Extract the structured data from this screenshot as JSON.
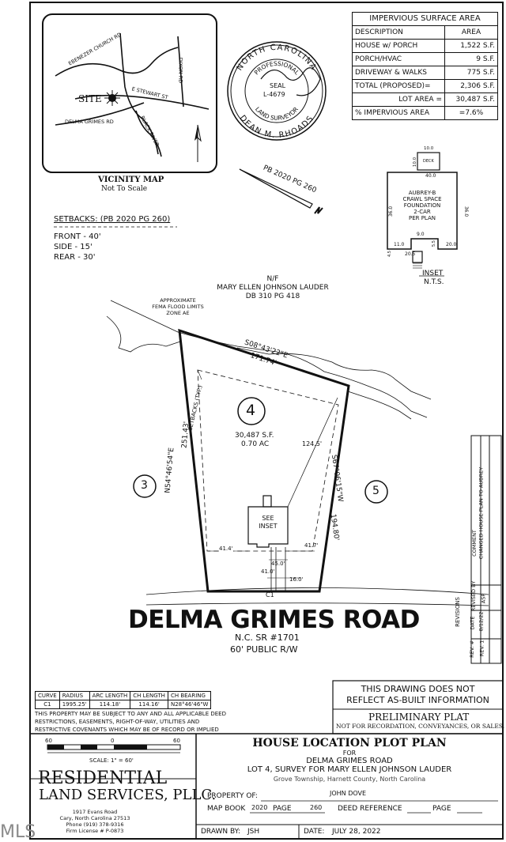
{
  "impervious": {
    "title": "IMPERVIOUS SURFACE AREA",
    "col_desc": "DESCRIPTION",
    "col_area": "AREA",
    "rows": [
      {
        "desc": "HOUSE w/ PORCH",
        "area": "1,522 S.F."
      },
      {
        "desc": "PORCH/HVAC",
        "area": "9 S.F."
      },
      {
        "desc": "DRIVEWAY & WALKS",
        "area": "775 S.F."
      },
      {
        "desc": "TOTAL (PROPOSED)=",
        "area": "2,306 S.F."
      },
      {
        "desc": "LOT AREA =",
        "area": "30,487 S.F."
      },
      {
        "desc": "% IMPERVIOUS AREA",
        "area": "=7.6%"
      }
    ]
  },
  "vicinity": {
    "title": "VICINITY MAP",
    "subtitle": "Not To Scale",
    "site": "SITE",
    "roads": [
      "EBENEZER CHURCH RD",
      "DIXON RD",
      "E STEWART ST",
      "DELMA GRIMES RD",
      "BLACK RIVER"
    ]
  },
  "seal": {
    "outer_top": "NORTH CAROLINA",
    "outer_bottom": "DEAN M. RHOADS",
    "inner_top": "PROFESSIONAL",
    "inner_bottom": "LAND SURVEYOR",
    "seal_word": "SEAL",
    "number": "L-4679"
  },
  "north_ref": "PB 2020 PG 260",
  "inset": {
    "deck": "DECK",
    "deck_w": "10.0",
    "deck_d": "10.0",
    "top_dim": "40.0",
    "house_label": [
      "AUBREY-B",
      "CRAWL SPACE",
      "FOUNDATION",
      "2-CAR",
      "PER PLAN"
    ],
    "left_dim": "36.0",
    "right_dim": "36.0",
    "bottom_dims": [
      "11.0",
      "9.0",
      "20.0",
      "20.5",
      "4.5",
      "5.5"
    ],
    "title": "INSET",
    "subtitle": "N.T.S."
  },
  "setbacks": {
    "title": "SETBACKS: (PB 2020 PG 260)",
    "items": [
      "FRONT - 40'",
      "SIDE - 15'",
      "REAR - 30'"
    ]
  },
  "owner": {
    "nf": "N/F",
    "name": "MARY ELLEN JOHNSON LAUDER",
    "db": "DB 310 PG 418"
  },
  "flood": [
    "APPROXIMATE",
    "FEMA FLOOD LIMITS",
    "ZONE AE"
  ],
  "lot": {
    "number": "4",
    "area_sf": "30,487 S.F.",
    "area_ac": "0.70 AC",
    "bearing_top": "S08°43'22\"E",
    "dist_top": "171.74'",
    "bearing_left": "N54°46'54\"E",
    "dist_left": "251.43'",
    "bearing_right": "S67°06'15\"W",
    "dist_right": "194.80'",
    "setbacks_typ": "SETBACKS (TYP.)",
    "see_inset": [
      "SEE",
      "INSET"
    ],
    "dim_124": "124.5'",
    "dim_left": "41.4'",
    "dim_right": "41.7'",
    "dim_45": "45.0'",
    "dim_41": "41.0'",
    "dim_16": "16.0'",
    "curve_label": "C1",
    "neighbor_left": "3",
    "neighbor_right": "5"
  },
  "road": {
    "name": "DELMA GRIMES ROAD",
    "sr": "N.C. SR #1701",
    "rw": "60' PUBLIC R/W"
  },
  "revisions": {
    "label": "REVISIONS",
    "headers": [
      "REV. #",
      "DATE",
      "REVISED BY",
      "COMMENT"
    ],
    "row": [
      "REV. 1",
      "8/12/22",
      "ASP",
      "CHANGED HOUSE PLAN TO AUBREY"
    ]
  },
  "curve_table": {
    "headers": [
      "CURVE",
      "RADIUS",
      "ARC LENGTH",
      "CH LENGTH",
      "CH BEARING"
    ],
    "rows": [
      [
        "C1",
        "1995.25'",
        "114.18'",
        "114.16'",
        "N28°46'46\"W"
      ]
    ]
  },
  "disclaimer": [
    "THIS PROPERTY MAY BE SUBJECT TO ANY AND ALL APPLICABLE DEED",
    "RESTRICTIONS, EASEMENTS, RIGHT-OF-WAY, UTILITIES AND",
    "RESTRICTIVE COVENANTS WHICH MAY BE OF RECORD OR IMPLIED"
  ],
  "note_box": {
    "line1": "THIS DRAWING DOES NOT",
    "line2": "REFLECT AS-BUILT INFORMATION",
    "prelim": "PRELIMINARY PLAT",
    "not_for": "NOT FOR RECORDATION, CONVEYANCES, OR SALES."
  },
  "scale": {
    "ticks": [
      "60",
      "0",
      "60"
    ],
    "label": "SCALE: 1\" = 60'"
  },
  "company": {
    "name1": "RESIDENTIAL",
    "name2": "LAND SERVICES, PLLC.",
    "address1": "1917 Evans Road",
    "address2": "Cary, North Carolina 27513",
    "phone": "Phone (919) 378-9316",
    "license": "Firm License # P-0873"
  },
  "title_block": {
    "title": "HOUSE LOCATION PLOT PLAN",
    "for": "FOR",
    "road": "DELMA GRIMES ROAD",
    "lot": "LOT 4, SURVEY FOR MARY ELLEN JOHNSON LAUDER",
    "location": "Grove Township, Harnett County, North Carolina",
    "property_of_label": "PROPERTY OF:",
    "property_of": "JOHN DOVE",
    "map_book_label": "MAP BOOK",
    "map_book": "2020",
    "page_label": "PAGE",
    "page": "260",
    "deed_label": "DEED REFERENCE",
    "deed_page_label": "PAGE",
    "drawn_by_label": "DRAWN BY:",
    "drawn_by": "JSH",
    "date_label": "DATE:",
    "date": "JULY 28, 2022"
  },
  "watermark": "MLS"
}
